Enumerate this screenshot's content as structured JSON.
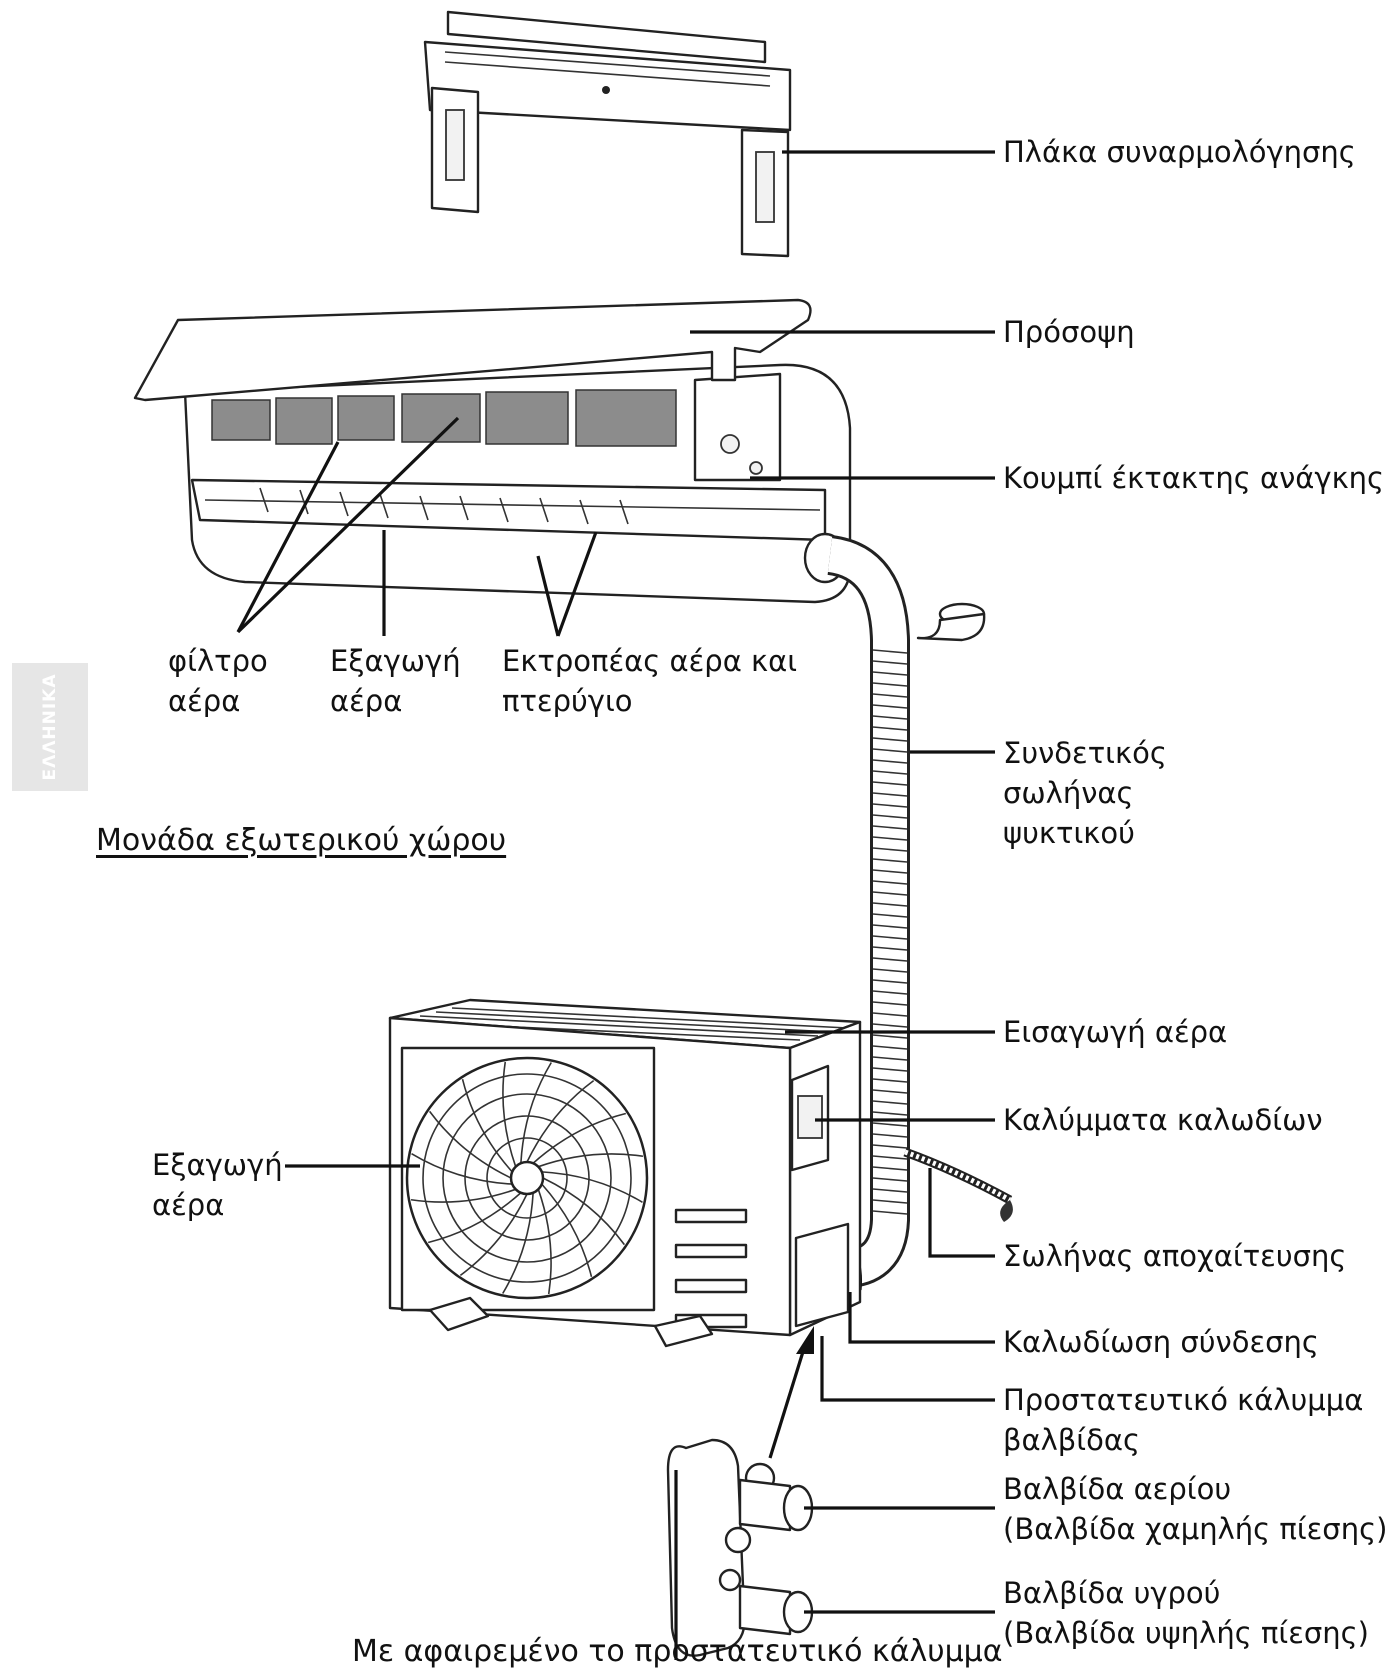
{
  "side_tab": "ΕΛΛΗΝΙΚΑ",
  "section_title": "Μονάδα εξωτερικού χώρου",
  "labels": {
    "mounting_plate": "Πλάκα συναρμολόγησης",
    "front_panel": "Πρόσοψη",
    "emergency_button": "Κουμπί έκτακτης ανάγκης",
    "air_filter_line1": "φίλτρο",
    "air_filter_line2": "αέρα",
    "indoor_air_outlet_line1": "Εξαγωγή",
    "indoor_air_outlet_line2": "αέρα",
    "deflector_line1": "Εκτροπέας αέρα και",
    "deflector_line2": "πτερύγιο",
    "refrigerant_pipe_line1": "Συνδετικός",
    "refrigerant_pipe_line2": "σωλήνας",
    "refrigerant_pipe_line3": "ψυκτικού",
    "air_inlet": "Εισαγωγή αέρα",
    "cable_covers": "Καλύμματα καλωδίων",
    "outdoor_air_outlet_line1": "Εξαγωγή",
    "outdoor_air_outlet_line2": "αέρα",
    "drain_hose": "Σωλήνας αποχαίτευσης",
    "connection_wiring": "Καλωδίωση σύνδεσης",
    "valve_cover_line1": "Προστατευτικό κάλυμμα",
    "valve_cover_line2": "βαλβίδας",
    "gas_valve_line1": "Βαλβίδα αερίου",
    "gas_valve_line2": "(Βαλβίδα χαμηλής πίεσης)",
    "liquid_valve_line1": "Βαλβίδα υγρού",
    "liquid_valve_line2": "(Βαλβίδα υψηλής πίεσης)",
    "caption": "Με αφαιρεμένο το προστατευτικό κάλυμμα"
  }
}
